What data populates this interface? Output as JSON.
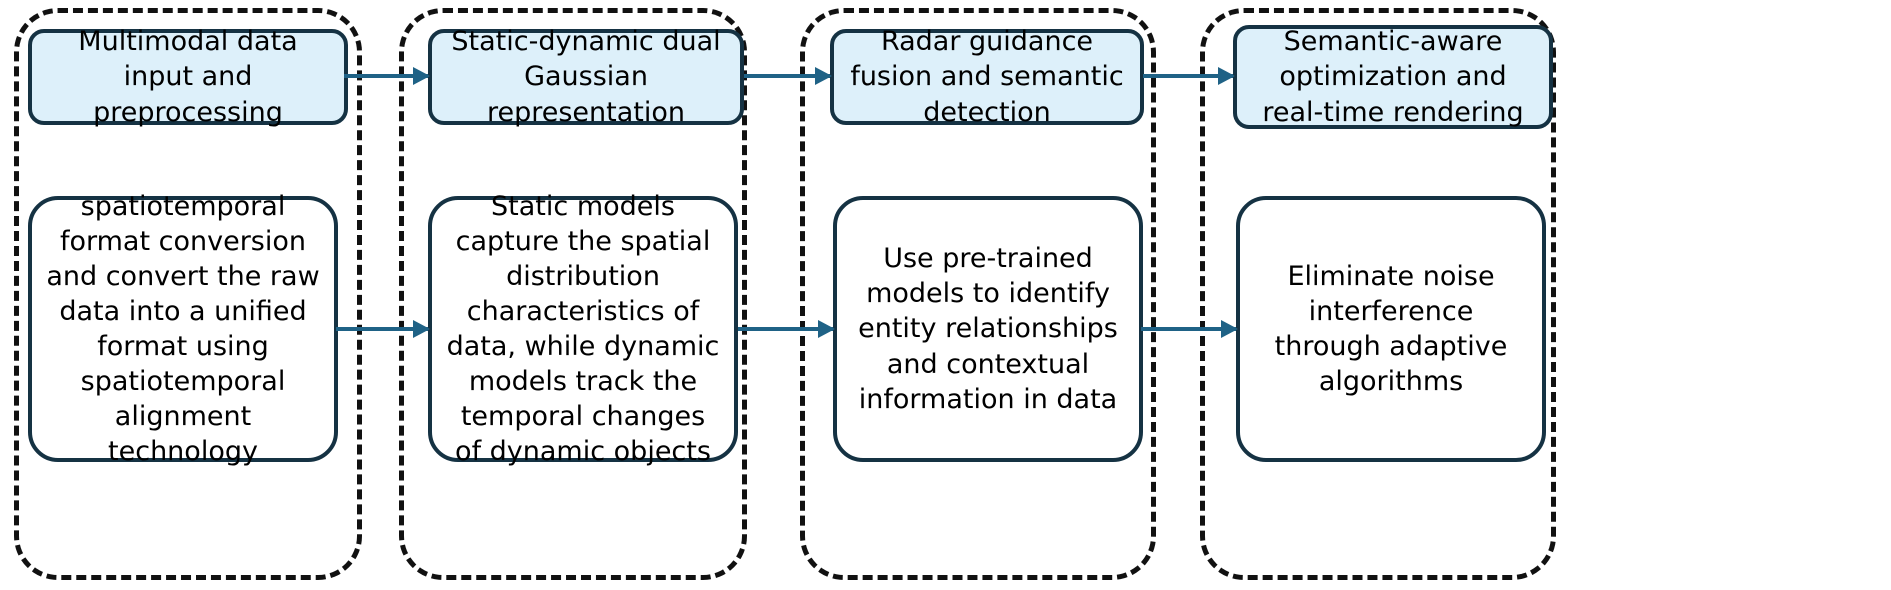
{
  "diagram": {
    "title": "Four-stage multimodal processing pipeline",
    "colors": {
      "stage_border": "#111111",
      "node_border": "#153243",
      "node_top_fill": "#ddf0fa",
      "node_bottom_fill": "#ffffff",
      "arrow": "#1f6286",
      "text": "#000000",
      "background": "#ffffff"
    },
    "stages": [
      {
        "id": "stage-1",
        "top_label": "Multimodal data input and preprocessing",
        "bottom_label": "spatiotemporal format conversion and convert the raw data into a unified format using spatiotemporal alignment technology"
      },
      {
        "id": "stage-2",
        "top_label": "Static-dynamic dual Gaussian representation",
        "bottom_label": "Static models capture the spatial distribution characteristics of data, while dynamic models track the temporal changes of dynamic objects"
      },
      {
        "id": "stage-3",
        "top_label": "Radar guidance fusion and semantic detection",
        "bottom_label": "Use pre-trained models to identify entity relationships and contextual information in data"
      },
      {
        "id": "stage-4",
        "top_label": "Semantic-aware optimization and real-time rendering",
        "bottom_label": "Eliminate noise interference through adaptive algorithms"
      }
    ],
    "connectors": {
      "top": [
        "arrow-right",
        "arrow-right",
        "arrow-right"
      ],
      "bottom": [
        "arrow-right",
        "arrow-right",
        "arrow-right"
      ]
    }
  }
}
